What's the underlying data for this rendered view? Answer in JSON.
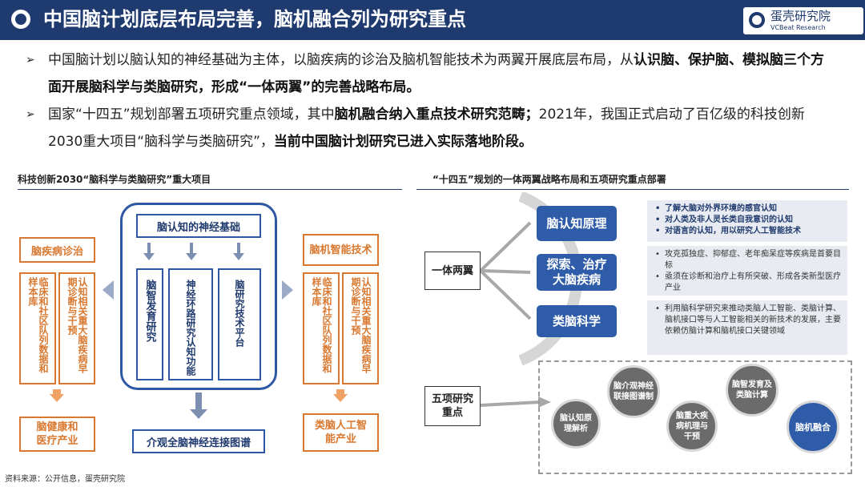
{
  "header": {
    "title": "中国脑计划底层布局完善，脑机融合列为研究重点",
    "brand_name": "蛋壳研究院",
    "brand_sub": "VCBeat Research"
  },
  "bullets": [
    {
      "segments": [
        {
          "text": "中国脑计划以脑认知的神经基础为主体，以脑疾病的诊治及脑机智能技术为两翼开展底层布局，从",
          "bold": false
        },
        {
          "text": "认识脑、保护脑、模拟脑三个方面开展脑科学与类脑研究，形成“一体两翼”的完善战略布局。",
          "bold": true
        }
      ]
    },
    {
      "segments": [
        {
          "text": "国家“十四五”规划部署五项研究重点领域，其中",
          "bold": false
        },
        {
          "text": "脑机融合纳入重点技术研究范畴；",
          "bold": true
        },
        {
          "text": "2021年，我国正式启动了百亿级的科技创新2030重大项目“脑科学与类脑研究”，",
          "bold": false
        },
        {
          "text": "当前中国脑计划研究已进入实际落地阶段。",
          "bold": true
        }
      ]
    }
  ],
  "left": {
    "section_title": "科技创新2030“脑科学与类脑研究”重大项目",
    "disease_title": "脑疾病诊治",
    "disease_cols": [
      "临床和社区队列数据和样本库",
      "认知相关重大脑疾病早期诊断与干预"
    ],
    "disease_output": "脑健康和医疗产业",
    "core_title": "脑认知的神经基础",
    "core_cols": [
      "脑智发育研究",
      "神经环路研究认知功能",
      "脑研究技术平台"
    ],
    "core_output": "介观全脑神经连接图谱",
    "ai_title": "脑机智能技术",
    "ai_cols": [
      "临床和社区队列数据和样本库",
      "认知相关重大脑疾病早期诊断与干预"
    ],
    "ai_output": "类脑人工智能产业"
  },
  "right": {
    "section_title": "“十四五”规划的一体两翼战略布局和五项研究重点部署",
    "one_body": "一体两翼",
    "five_focus": "五项研究重点",
    "blocks": [
      "脑认知原理",
      "探索、治疗大脑疾病",
      "类脑科学"
    ],
    "info1": [
      "了解大脑对外界环境的感官认知",
      "对人类及非人灵长类自我意识的认知",
      "对语言的认知，用以研究人工智能技术"
    ],
    "info2": [
      "攻克孤独症、抑郁症、老年痴呆症等疾病是首要目标",
      "亟须在诊断和治疗上有所突破、形成各类新型医疗产业"
    ],
    "info3": [
      "利用脑科学研究来推动类脑人工智能、类脑计算、脑机接口等与人工智能相关的新技术的发展，主要依赖仿脑计算和脑机接口关键领域"
    ],
    "circles": [
      "脑认知原理解析",
      "脑介观神经联接图谱制",
      "脑重大疾病机理与干预",
      "脑智发育及类脑计算",
      "脑机融合"
    ]
  },
  "source": "资料来源：公开信息，蛋壳研究院",
  "colors": {
    "header": "#1f3a6e",
    "orange": "#d9782f",
    "blue": "#2e58a6",
    "gray": "#6b6b6b"
  }
}
